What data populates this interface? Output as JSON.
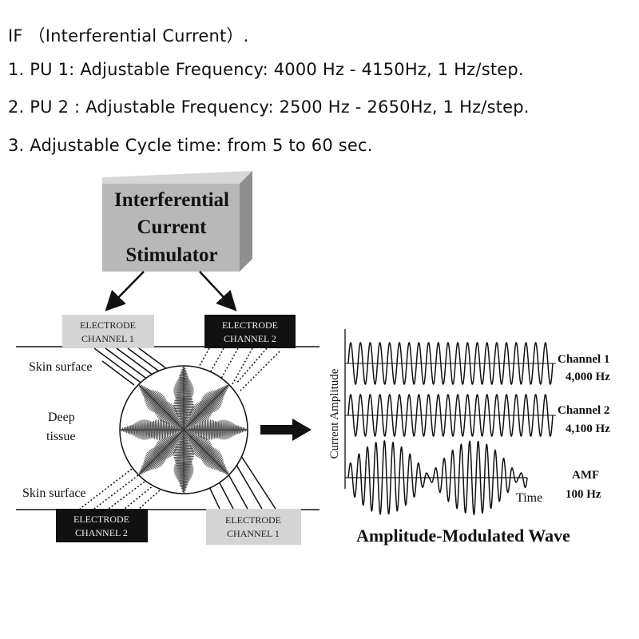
{
  "header": {
    "title": "IF （Interferential Current）.",
    "lines": [
      "1.  PU 1: Adjustable Frequency: 4000 Hz - 4150Hz, 1 Hz/step.",
      "2.  PU 2 : Adjustable Frequency: 2500 Hz - 2650Hz, 1 Hz/step.",
      "3.  Adjustable Cycle time: from 5 to 60 sec."
    ]
  },
  "diagram": {
    "stimulator": {
      "line1": "Interferential",
      "line2": "Current",
      "line3": "Stimulator"
    },
    "electrodes": {
      "top_left": {
        "line1": "ELECTRODE",
        "line2": "CHANNEL 1"
      },
      "top_right": {
        "line1": "ELECTRODE",
        "line2": "CHANNEL 2"
      },
      "bottom_left": {
        "line1": "ELECTRODE",
        "line2": "CHANNEL 2"
      },
      "bottom_right": {
        "line1": "ELECTRODE",
        "line2": "CHANNEL 1"
      }
    },
    "labels": {
      "skin_surface_top": "Skin surface",
      "deep_line1": "Deep",
      "deep_line2": "tissue",
      "skin_surface_bottom": "Skin surface"
    },
    "waves": {
      "y_axis": "Current Amplitude",
      "x_axis": "Time",
      "channel1_name": "Channel 1",
      "channel1_freq": "4,000 Hz",
      "channel2_name": "Channel 2",
      "channel2_freq": "4,100 Hz",
      "amf_name": "AMF",
      "amf_freq": "100 Hz",
      "caption": "Amplitude-Modulated Wave"
    },
    "colors": {
      "stimulator_front": "#b8b8b8",
      "stimulator_top": "#d6d6d6",
      "stimulator_side": "#8f8f8f",
      "electrode_light": "#d4d4d4",
      "electrode_dark": "#111111",
      "ink": "#111111"
    }
  }
}
